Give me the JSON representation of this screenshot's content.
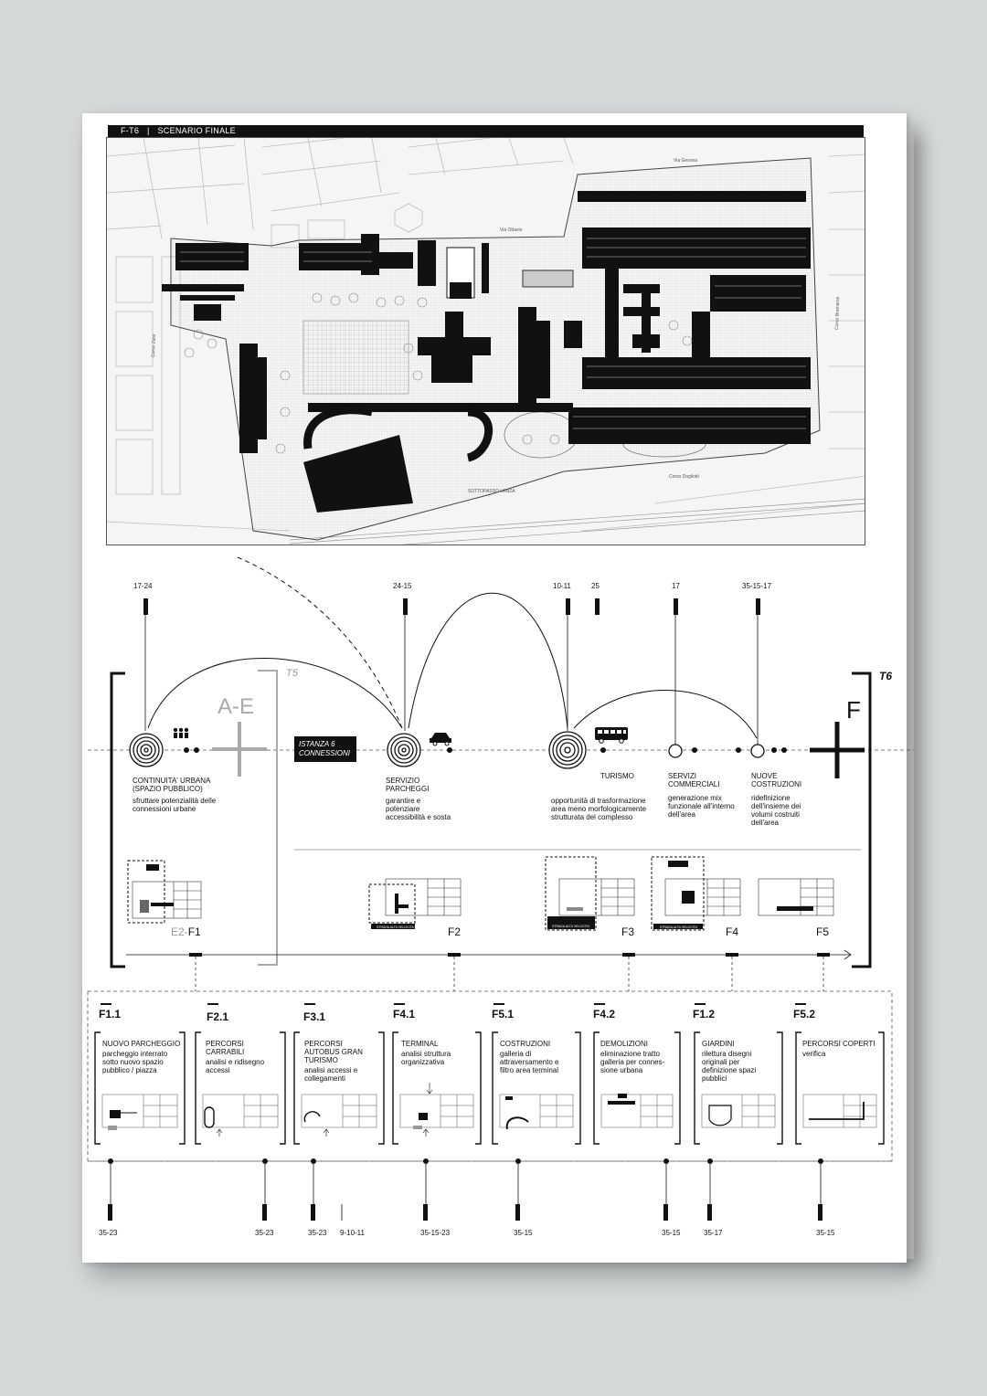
{
  "header": {
    "code": "F-T6",
    "separator": "|",
    "title": "SCENARIO FINALE"
  },
  "map_labels": {
    "street_top": "Via Genova",
    "street_mid": "Via Ottavio",
    "street_bottom": "Corso Dogliotti",
    "underpass": "SOTTOPASSO LANZA",
    "street_right": "Corso Bramante",
    "street_left": "Corso Zara"
  },
  "top_codes": [
    "17-24",
    "24-15",
    "10-11",
    "25",
    "17",
    "35-15-17"
  ],
  "timeline": {
    "prev_stage": "A-E",
    "prev_tag": "T5",
    "stage": "F",
    "stage_tag": "T6",
    "istanza": [
      "ISTANZA 6",
      "CONNESSIONI"
    ]
  },
  "nodes": [
    {
      "title": "CONTINUITA' URBANA (SPAZIO PUBBLICO)",
      "desc": "sfruttare potenzialità delle connessioni urbane"
    },
    {
      "title": "SERVIZIO PARCHEGGI",
      "desc": "garantire e potenziare accessibilità e sosta"
    },
    {
      "title": "",
      "desc": "opportunità di trasformazione area meno morfologicamente strutturata del complesso"
    },
    {
      "title": "TURISMO",
      "desc": ""
    },
    {
      "title": "SERVIZI COMMERCIALI",
      "desc": "generazione mix funzionale all'interno dell'area"
    },
    {
      "title": "NUOVE COSTRUZIONI",
      "desc": "ridefinizione dell'insieme dei volumi costruiti dell'area"
    }
  ],
  "phases": [
    {
      "prefix": "E2-",
      "label": "F1"
    },
    {
      "prefix": "",
      "label": "F2"
    },
    {
      "prefix": "",
      "label": "F3"
    },
    {
      "prefix": "",
      "label": "F4"
    },
    {
      "prefix": "",
      "label": "F5"
    }
  ],
  "strip_label": "STRADA ALTA VELOCITA'",
  "cards": [
    {
      "code": "F1.1",
      "title": "NUOVO PARCHEGGIO",
      "desc": "parcheggio interrato sotto nuovo spazio pubblico / piazza",
      "bottom": "35-23"
    },
    {
      "code": "F2.1",
      "title": "PERCORSI CARRABILI",
      "desc": "analisi e ridisegno accessi",
      "bottom": "35-23"
    },
    {
      "code": "F3.1",
      "title": "PERCORSI AUTOBUS GRAN TURISMO",
      "desc": "analisi accessi e collegamenti",
      "bottom": "35-23"
    },
    {
      "code": "F4.1",
      "title": "TERMINAL",
      "desc": "analisi struttura organizzativa",
      "bottom": "35-15-23"
    },
    {
      "code": "F5.1",
      "title": "COSTRUZIONI",
      "desc": "galleria di attraversamento e filtro area terminal",
      "bottom": "35-15"
    },
    {
      "code": "F4.2",
      "title": "DEMOLIZIONI",
      "desc": "eliminazione tratto galleria per connes-sione urbana",
      "bottom": "35-15"
    },
    {
      "code": "F1.2",
      "title": "GIARDINI",
      "desc": "rilettura disegni originali per definizione spazi pubblici",
      "bottom": "35-17"
    },
    {
      "code": "F5.2",
      "title": "PERCORSI COPERTI",
      "desc": "verifica",
      "bottom": "35-15"
    }
  ],
  "extra_bottom": "9-10-11"
}
